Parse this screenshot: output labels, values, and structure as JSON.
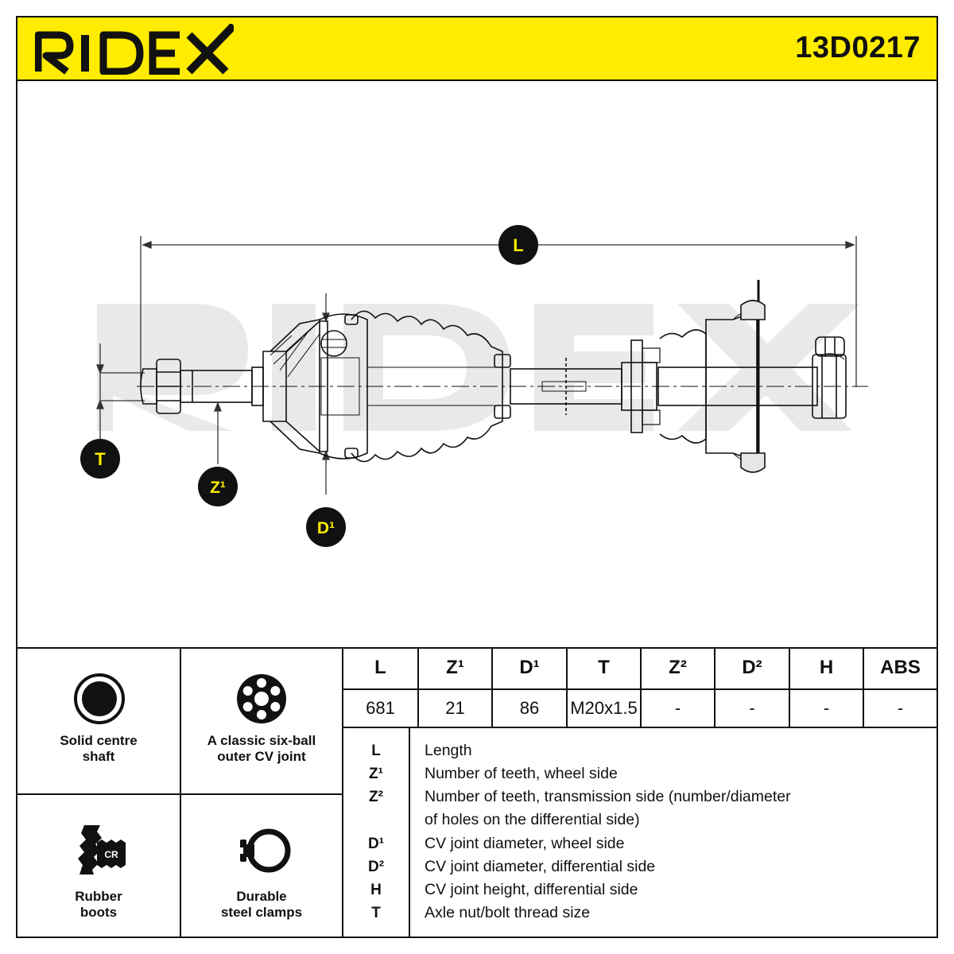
{
  "brand": {
    "name": "RIDEX",
    "part_number": "13D0217"
  },
  "drawing": {
    "callouts": {
      "length": "L",
      "thread": "T",
      "teeth": "Z¹",
      "diameter": "D¹"
    },
    "watermark": "RIDEX"
  },
  "features": [
    {
      "label_line1": "Solid centre",
      "label_line2": "shaft",
      "icon": "solid-shaft-icon"
    },
    {
      "label_line1": "A classic six-ball",
      "label_line2": "outer CV joint",
      "icon": "six-ball-joint-icon"
    },
    {
      "label_line1": "Rubber",
      "label_line2": "boots",
      "icon": "rubber-boot-icon",
      "badge": "CR"
    },
    {
      "label_line1": "Durable",
      "label_line2": "steel clamps",
      "icon": "steel-clamp-icon"
    }
  ],
  "spec_table": {
    "headers": [
      "L",
      "Z¹",
      "D¹",
      "T",
      "Z²",
      "D²",
      "H",
      "ABS"
    ],
    "values": [
      "681",
      "21",
      "86",
      "M20x1.5",
      "-",
      "-",
      "-",
      "-"
    ]
  },
  "legend": [
    {
      "key": "L",
      "text": "Length"
    },
    {
      "key": "Z¹",
      "text": "Number of teeth, wheel side"
    },
    {
      "key": "Z²",
      "text": "Number of teeth, transmission side (number/diameter"
    },
    {
      "key": "",
      "text": "of holes on the differential side)"
    },
    {
      "key": "D¹",
      "text": "CV joint diameter, wheel side"
    },
    {
      "key": "D²",
      "text": "CV joint diameter, differential side"
    },
    {
      "key": "H",
      "text": "CV joint height, differential side"
    },
    {
      "key": "T",
      "text": "Axle nut/bolt thread size"
    }
  ],
  "colors": {
    "brand_yellow": "#ffec00",
    "ink": "#111111",
    "watermark": "#e8e8e8"
  }
}
